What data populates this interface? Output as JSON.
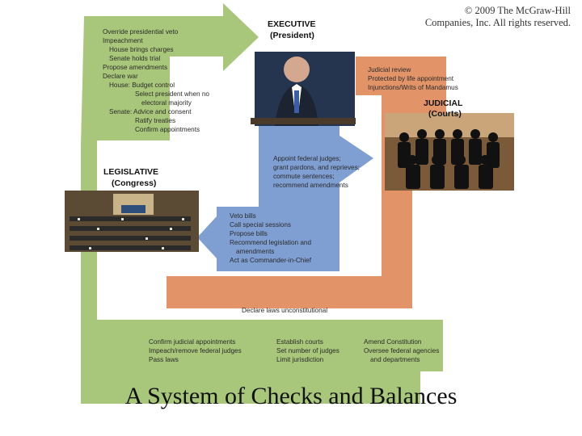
{
  "copyright": "© 2009 The McGraw-Hill Companies, Inc. All rights reserved.",
  "slide_title": "A System of Checks and Balances",
  "colors": {
    "legislative": "#a9c77a",
    "judicial": "#e29468",
    "executive": "#7f9fd3",
    "page_bg": "#ffffff"
  },
  "branches": {
    "executive": {
      "title": "EXECUTIVE",
      "subtitle": "(President)"
    },
    "judicial": {
      "title": "JUDICIAL",
      "subtitle": "(Courts)"
    },
    "legislative": {
      "title": "LEGISLATIVE",
      "subtitle": "(Congress)"
    }
  },
  "checks": {
    "legislative_on_executive": [
      "Override presidential veto",
      "Impeachment",
      "House brings charges",
      "Senate holds trial",
      "Propose amendments",
      "Declare war",
      "House: Budget control",
      "Select president when no",
      "electoral majority",
      "Senate: Advice and consent",
      "Ratify treaties",
      "Confirm appointments"
    ],
    "judicial_on_executive": [
      "Judicial review",
      "Protected by life appointment",
      "Injunctions/Writs of Mandamus"
    ],
    "executive_on_judicial": [
      "Appoint federal judges;",
      "grant pardons, and reprieves;",
      "commute sentences;",
      "recommend amendments"
    ],
    "executive_on_legislative": [
      "Veto bills",
      "Call special sessions",
      "Propose bills",
      "Recommend legislation and",
      "amendments",
      "Act as Commander-in-Chief"
    ],
    "judicial_on_legislative": [
      "Declare laws unconstitutional"
    ],
    "legislative_on_judicial": {
      "col1": [
        "Confirm judicial appointments",
        "Impeach/remove federal judges",
        "Pass laws"
      ],
      "col2": [
        "Establish courts",
        "Set number of judges",
        "Limit jurisdiction"
      ],
      "col3": [
        "Amend Constitution",
        "Oversee federal agencies",
        "and departments"
      ]
    }
  },
  "icons": [
    "president-photo",
    "supreme-court-photo",
    "congress-photo"
  ]
}
